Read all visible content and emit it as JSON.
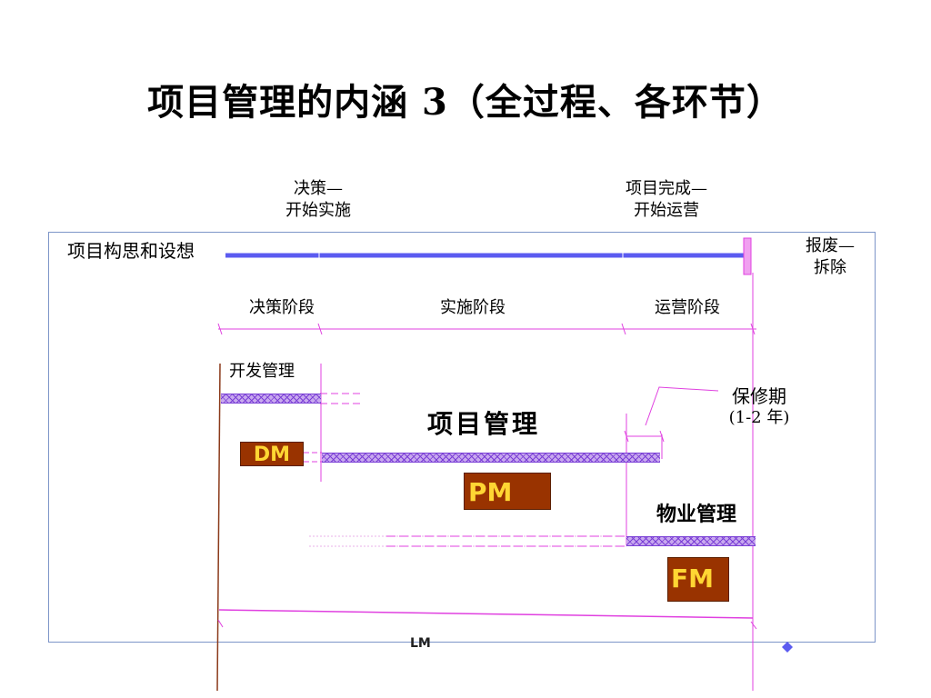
{
  "title": "项目管理的内涵 3（全过程、各环节）",
  "milestones": {
    "decision_line1": "决策—",
    "decision_line2": "开始实施",
    "completion_line1": "项目完成—",
    "completion_line2": "开始运营",
    "concept": "项目构思和设想",
    "scrap_line1": "报废—",
    "scrap_line2": "拆除"
  },
  "phases": {
    "decision": "决策阶段",
    "implementation": "实施阶段",
    "operation": "运营阶段"
  },
  "management": {
    "development": "开发管理",
    "project": "项目管理",
    "warranty_line1": "保修期",
    "warranty_line2": "(1-2 年)",
    "property": "物业管理"
  },
  "boxes": {
    "dm": "DM",
    "pm": "PM",
    "fm": "FM",
    "lm": "LM"
  },
  "colors": {
    "timeline": "#5b5bf0",
    "hatch": "#7a3fd6",
    "box_fill": "#993300",
    "box_text": "#ffd633",
    "frame": "#7d95c8",
    "guide": "#e040e0"
  }
}
